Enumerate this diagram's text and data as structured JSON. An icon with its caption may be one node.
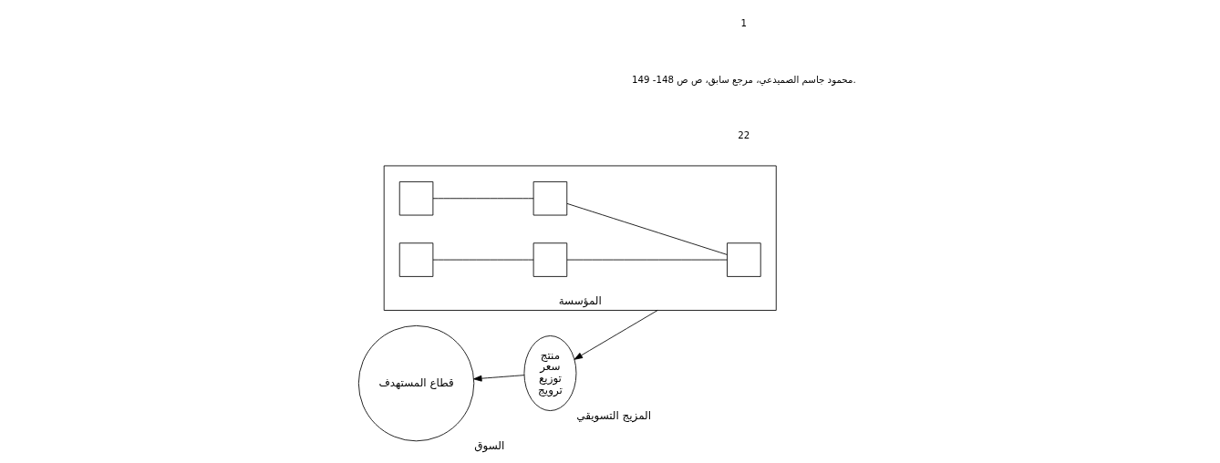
{
  "diagram": {
    "nodes": [
      {
        "text": [
          "المؤسسة"
        ]
      },
      {
        "text": [],
        "shape": "box",
        "in": 0
      },
      {
        "text": [],
        "shape": "box",
        "in": 0
      },
      {
        "text": [],
        "shape": "box",
        "in": 0
      },
      {
        "text": [],
        "shape": "box",
        "in": 0
      },
      {
        "text": [],
        "shape": "box",
        "in": 0
      },
      {
        "text": [
          "منتج",
          "سعر",
          "توزيع",
          "ترويج"
        ],
        "beside": [
          "المزيج التسويقي"
        ]
      },
      {
        "text": [
          "قطاع المستهدف"
        ],
        "beside": [
          "السوق"
        ]
      }
    ],
    "edges": [
      {
        "from": 1,
        "to": 2,
        "arrow": "none"
      },
      {
        "from": 1,
        "to": 3,
        "arrow": "none"
      },
      {
        "from": 2,
        "to": 4,
        "arrow": "none"
      },
      {
        "from": 3,
        "to": 5,
        "arrow": "none"
      },
      {
        "from": 0,
        "to": 6,
        "arrow": "to"
      },
      {
        "from": 6,
        "to": 7,
        "arrow": "to"
      }
    ],
    "labels": [
      "1",
      "محمود جاسم الصميدعي، مرجع سابق، ص ص 148- 149.",
      "22"
    ]
  }
}
